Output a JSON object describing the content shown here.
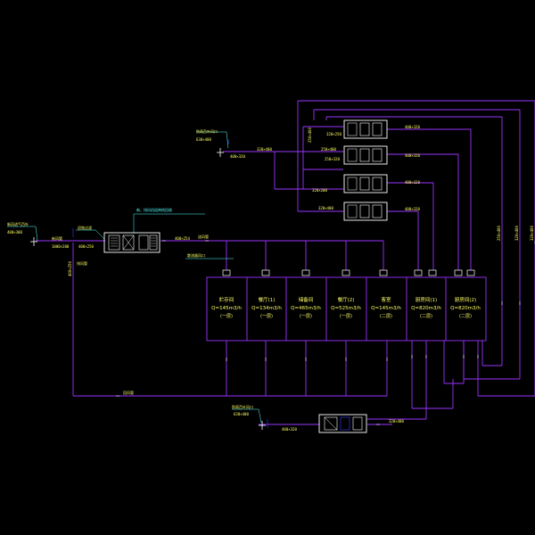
{
  "labels": {
    "outdoor_intake": "新风进气百叶",
    "outdoor_intake_size": "400×300",
    "fresh_pipe": "新风管",
    "size_1000x200": "1000×200",
    "filter_label": "初效过滤",
    "size_400x250_a": "400×250",
    "exhaust_pipe": "排风管",
    "size_400x250_v": "400×250",
    "unit_note": "新、排风机组带热回收",
    "size_400x254": "400×254",
    "supply_pipe": "送风管",
    "diffuser_note": "散流器风口",
    "return_pipe": "回风管",
    "top_shutter": "防雨百叶风口",
    "top_shutter_size": "630×400",
    "top_size_400x320": "400×320",
    "top_size_320x400": "320×400",
    "top_size_250x400": "250×400",
    "top_size_320x250": "320×250",
    "top_size_250x320": "250×320",
    "top_size_320x200": "320×200",
    "top_size_320x400b": "320×400",
    "vert_250x400": "250×400",
    "fcu_size_1": "400×320",
    "fcu_size_2": "400×320",
    "fcu_size_3": "400×320",
    "fcu_size_4": "400×320",
    "right_v1": "250×400",
    "right_v2": "320×400",
    "right_v3": "320×400",
    "bottom_shutter": "防雨百叶风口",
    "bottom_shutter_size": "630×400",
    "bottom_size_a": "400×320",
    "bottom_size_b": "320×400"
  },
  "rooms": [
    {
      "name": "贮存间",
      "q": "Q=145m3/h",
      "floor": "(一层)"
    },
    {
      "name": "餐厅(1)",
      "q": "Q=134m3/h",
      "floor": "(一层)"
    },
    {
      "name": "储备间",
      "q": "Q=465m3/h",
      "floor": "(一层)"
    },
    {
      "name": "餐厅(2)",
      "q": "Q=525m3/h",
      "floor": "(一层)"
    },
    {
      "name": "客室",
      "q": "Q=145m3/h",
      "floor": "(二层)"
    },
    {
      "name": "厨房间(1)",
      "q": "Q=820m3/h",
      "floor": "(二层)"
    },
    {
      "name": "厨房间(2)",
      "q": "Q=820m3/h",
      "floor": "(二层)"
    }
  ],
  "colors": {
    "duct": "#9a33ff",
    "equipment": "#ffffff",
    "label": "#ffff66",
    "leader": "#55ffff",
    "accent_blue": "#3344ff"
  }
}
